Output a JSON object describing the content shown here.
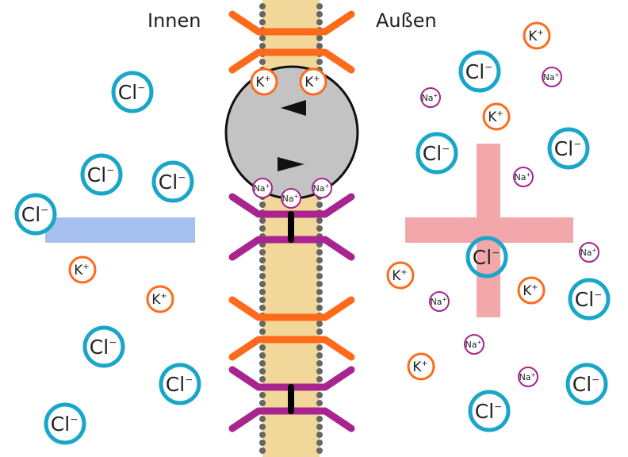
{
  "labels": {
    "inside": "Innen",
    "outside": "Außen"
  },
  "ions": {
    "chloride": {
      "symbol": "Cl",
      "charge": "-",
      "color": "#1aa6c8"
    },
    "potassium": {
      "symbol": "K",
      "charge": "+",
      "color": "#ff6a1a"
    },
    "sodium": {
      "symbol": "Na",
      "charge": "+",
      "color": "#a8248f"
    }
  },
  "symbols": {
    "minus_sign": "−",
    "plus_sign": "+"
  },
  "colors": {
    "membrane": "#f2d79a",
    "pump": "#c3c3c3",
    "potassium_channel": "#ff6a1a",
    "sodium_channel": "#a8248f",
    "negative_marker": "#a6c1ef",
    "positive_marker": "#f2a7aa"
  }
}
